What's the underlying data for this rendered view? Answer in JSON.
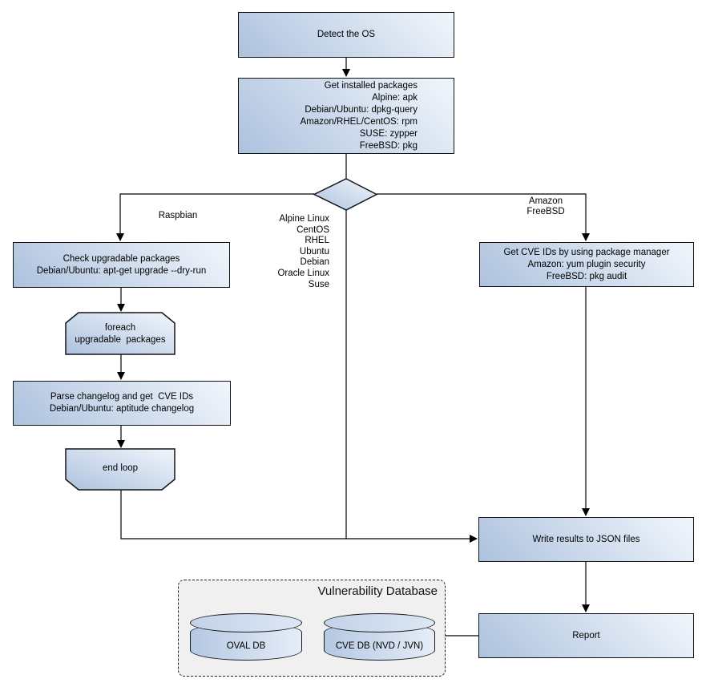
{
  "diagram": {
    "nodes": {
      "detect_os": {
        "label": "Detect the OS"
      },
      "get_installed_packages": {
        "lines": [
          "Get installed packages",
          "Alpine: apk",
          "Debian/Ubuntu: dpkg-query",
          "Amazon/RHEL/CentOS: rpm",
          "SUSE: zypper",
          "FreeBSD: pkg"
        ]
      },
      "check_upgradable": {
        "lines": [
          "Check upgradable packages",
          "Debian/Ubuntu: apt-get upgrade --dry-run"
        ]
      },
      "foreach_loop": {
        "lines": [
          "foreach",
          "upgradable  packages"
        ]
      },
      "parse_changelog": {
        "lines": [
          "Parse changelog and get  CVE IDs",
          "Debian/Ubuntu: aptitude changelog"
        ]
      },
      "end_loop": {
        "label": "end loop"
      },
      "get_cve_ids": {
        "lines": [
          "Get CVE IDs by using package manager",
          "Amazon: yum plugin security",
          "FreeBSD: pkg audit"
        ]
      },
      "write_results": {
        "label": "Write results to JSON files"
      },
      "report": {
        "label": "Report"
      }
    },
    "edge_labels": {
      "raspbian": "Raspbian",
      "amazon_freebsd": {
        "line1": "Amazon",
        "line2": "FreeBSD"
      },
      "os_list": [
        "Alpine Linux",
        "CentOS",
        "RHEL",
        "Ubuntu",
        "Debian",
        "Oracle Linux",
        "Suse"
      ]
    },
    "database_group": {
      "title": "Vulnerability Database",
      "databases": {
        "oval_db": "OVAL DB",
        "cve_db": "CVE DB (NVD / JVN)"
      }
    },
    "colors": {
      "node_gradient_dark": "#adc2de",
      "node_gradient_light": "#f1f6fc",
      "node_border": "#141414",
      "container_fill": "#f0f0f0",
      "connector": "#000000"
    }
  }
}
